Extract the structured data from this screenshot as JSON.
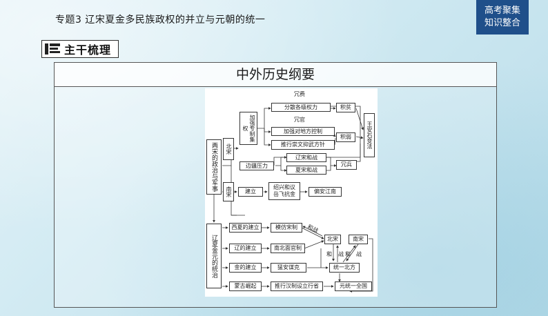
{
  "header": {
    "topic": "专题3  辽宋夏金多民族政权的并立与元朝的统一",
    "badge_line1": "高考聚集",
    "badge_line2": "知识整合"
  },
  "section": {
    "title": "主干梳理"
  },
  "panel": {
    "title": "中外历史纲要"
  },
  "diagram": {
    "left_top": "两宋的政治与军事",
    "left_bottom": "辽夏金元的统治",
    "beisong": "北宋",
    "nansong_left": "南宋",
    "jiaqiang": "加强专制集权",
    "rongfei": "冗费",
    "fensan": "分散各级权力",
    "rongguan": "冗官",
    "jiaqiang_difang": "加强对地方控制",
    "tuixing_chongwen": "推行崇文抑武方针",
    "jipin": "积贫",
    "jiruo": "积弱",
    "wanganshi": "王安石变法",
    "bianjiang": "边疆压力",
    "liaosong": "辽宋和战",
    "xiasong": "夏宋和战",
    "rongbing": "冗兵",
    "jianli": "建立",
    "shaoxing_1": "绍兴和议",
    "shaoxing_2": "岳飞抗金",
    "pianan": "偏安江南",
    "xixia": "西夏的建立",
    "mofang": "模仿宋制",
    "liao_jianli": "辽的建立",
    "nanbei": "南北面官制",
    "jin_jianli": "金的建立",
    "mengan": "猛安谋克",
    "menggu": "蒙古崛起",
    "tuixing_hanzhi": "推行汉制设立行省",
    "beisong_r": "北宋",
    "nansong_r": "南宋",
    "heping": "和战",
    "he": "和",
    "zhan": "战",
    "tongyi_beifang": "统一北方",
    "yuan_tongyi": "元统一全国"
  }
}
